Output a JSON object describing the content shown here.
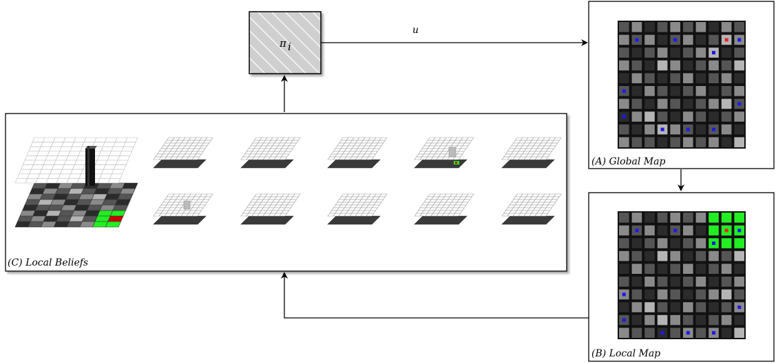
{
  "policy": {
    "label": "π",
    "subscript": "i"
  },
  "action": {
    "label": "u"
  },
  "global_map": {
    "caption": "(A) Global Map",
    "grid_size": 10,
    "cells": [
      [
        1,
        2,
        0,
        1,
        2,
        1,
        2,
        0,
        2,
        1
      ],
      [
        2,
        1,
        2,
        0,
        1,
        2,
        0,
        1,
        3,
        2
      ],
      [
        1,
        0,
        1,
        2,
        0,
        1,
        2,
        3,
        0,
        1
      ],
      [
        2,
        1,
        0,
        3,
        2,
        0,
        1,
        2,
        1,
        3
      ],
      [
        0,
        2,
        1,
        0,
        1,
        2,
        0,
        1,
        2,
        0
      ],
      [
        1,
        0,
        2,
        1,
        0,
        1,
        2,
        0,
        1,
        2
      ],
      [
        2,
        1,
        0,
        2,
        1,
        0,
        1,
        2,
        3,
        1
      ],
      [
        0,
        2,
        3,
        1,
        0,
        2,
        1,
        0,
        1,
        2
      ],
      [
        1,
        0,
        2,
        3,
        2,
        1,
        0,
        1,
        2,
        0
      ],
      [
        2,
        1,
        1,
        0,
        1,
        2,
        1,
        2,
        0,
        3
      ]
    ],
    "blue_dots": [
      [
        1,
        1
      ],
      [
        1,
        4
      ],
      [
        1,
        9
      ],
      [
        2,
        7
      ],
      [
        5,
        0
      ],
      [
        6,
        9
      ],
      [
        7,
        0
      ],
      [
        8,
        3
      ],
      [
        8,
        5
      ],
      [
        8,
        7
      ]
    ],
    "red_dot": [
      1,
      8
    ],
    "green_cells": []
  },
  "local_map": {
    "caption": "(B) Local Map",
    "grid_size": 10,
    "cells": [
      [
        1,
        2,
        0,
        1,
        2,
        1,
        2,
        0,
        2,
        1
      ],
      [
        2,
        1,
        2,
        0,
        1,
        2,
        0,
        1,
        3,
        2
      ],
      [
        1,
        0,
        1,
        2,
        0,
        1,
        2,
        3,
        0,
        1
      ],
      [
        2,
        1,
        0,
        3,
        2,
        0,
        1,
        2,
        1,
        3
      ],
      [
        0,
        2,
        1,
        0,
        1,
        2,
        0,
        1,
        2,
        0
      ],
      [
        1,
        0,
        2,
        1,
        0,
        1,
        2,
        0,
        1,
        2
      ],
      [
        2,
        1,
        0,
        2,
        1,
        0,
        1,
        2,
        3,
        1
      ],
      [
        0,
        2,
        3,
        1,
        0,
        2,
        1,
        0,
        1,
        2
      ],
      [
        1,
        0,
        2,
        3,
        2,
        1,
        0,
        1,
        2,
        0
      ],
      [
        2,
        1,
        1,
        0,
        1,
        2,
        1,
        2,
        0,
        3
      ]
    ],
    "blue_dots": [
      [
        1,
        1
      ],
      [
        1,
        4
      ],
      [
        1,
        9
      ],
      [
        2,
        7
      ],
      [
        6,
        0
      ],
      [
        7,
        9
      ],
      [
        8,
        0
      ],
      [
        9,
        3
      ],
      [
        9,
        5
      ],
      [
        9,
        7
      ]
    ],
    "red_dot": [
      1,
      8
    ],
    "green_cells": [
      [
        0,
        7
      ],
      [
        0,
        8
      ],
      [
        0,
        9
      ],
      [
        1,
        7
      ],
      [
        1,
        9
      ],
      [
        2,
        7
      ],
      [
        2,
        8
      ],
      [
        2,
        9
      ]
    ]
  },
  "local_beliefs": {
    "caption": "(C) Local Beliefs",
    "small_count": 10
  },
  "colors": {
    "dark_cell": "#2b2b2b",
    "mid_cell": "#555555",
    "light_cell": "#8a8a8a",
    "bright_cell": "#b5b5b5",
    "green": "#22ee22",
    "blue": "#1a1aee",
    "red": "#ee2222",
    "border": "#000000"
  }
}
